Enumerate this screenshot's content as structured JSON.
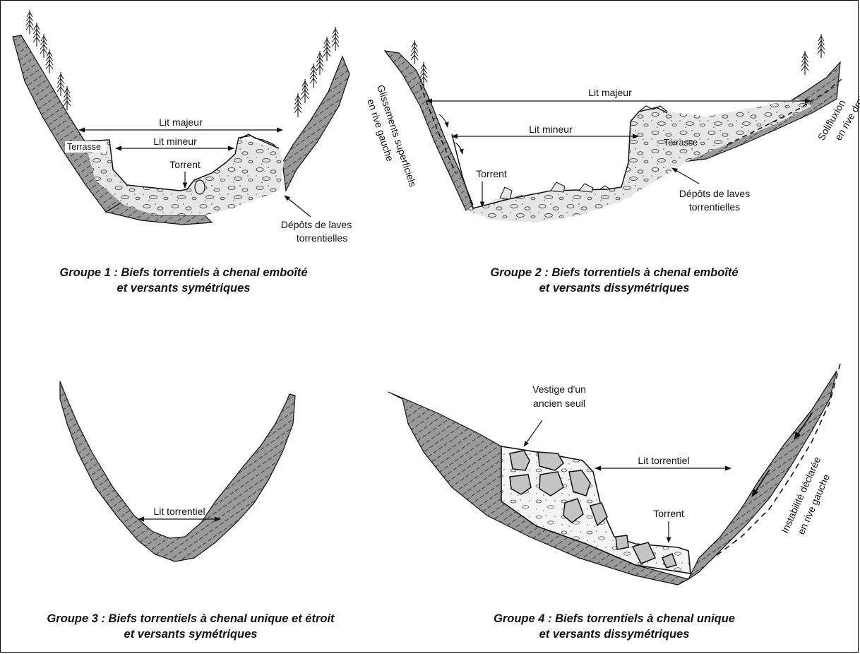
{
  "groups": [
    {
      "caption_line1": "Groupe 1 : Biefs torrentiels à chenal emboîté",
      "caption_line2": "et versants symétriques",
      "labels": {
        "lit_majeur": "Lit majeur",
        "lit_mineur": "Lit mineur",
        "terrasse": "Terrasse",
        "torrent": "Torrent",
        "depots_line1": "Dépôts de laves",
        "depots_line2": "torrentielles"
      }
    },
    {
      "caption_line1": "Groupe 2 : Biefs torrentiels à chenal emboîté",
      "caption_line2": "et versants dissymétriques",
      "labels": {
        "lit_majeur": "Lit majeur",
        "lit_mineur": "Lit mineur",
        "terrasse": "Terrasse",
        "torrent": "Torrent",
        "depots_line1": "Dépôts de laves",
        "depots_line2": "torrentielles",
        "glissements_line1": "Glissements superficiels",
        "glissements_line2": "en rive gauche",
        "solifluxion_line1": "Solifluxion",
        "solifluxion_line2": "en rive droite"
      }
    },
    {
      "caption_line1": "Groupe 3 : Biefs torrentiels à chenal unique et étroit",
      "caption_line2": "et versants symétriques",
      "labels": {
        "lit_torrentiel": "Lit torrentiel"
      }
    },
    {
      "caption_line1": "Groupe 4 : Biefs torrentiels à chenal unique",
      "caption_line2": "et versants dissymétriques",
      "labels": {
        "vestige_line1": "Vestige d'un",
        "vestige_line2": "ancien seuil",
        "lit_torrentiel": "Lit torrentiel",
        "torrent": "Torrent",
        "instabilite_line1": "Instabilité déclarée",
        "instabilite_line2": "en rive gauche"
      }
    }
  ],
  "colors": {
    "bedrock": "#9a9a9a",
    "deposit": "#e6e6e6",
    "line": "#111111"
  }
}
